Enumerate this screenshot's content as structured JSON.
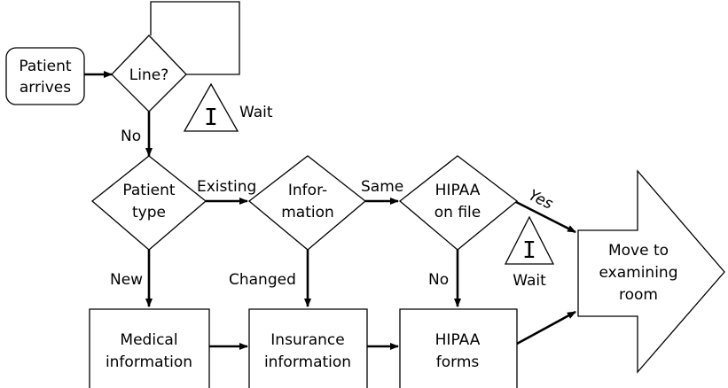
{
  "nodes": {
    "patient_arrives": [
      "Patient",
      "arrives"
    ],
    "line_decision": "Line?",
    "patient_type": [
      "Patient",
      "type"
    ],
    "information": [
      "Infor-",
      "mation"
    ],
    "hipaa_on_file": [
      "HIPAA",
      "on file"
    ],
    "medical_information": [
      "Medical",
      "information"
    ],
    "insurance_information": [
      "Insurance",
      "information"
    ],
    "hipaa_forms": [
      "HIPAA",
      "forms"
    ],
    "move_to_examining_room": [
      "Move to",
      "examining",
      "room"
    ]
  },
  "labels": {
    "wait_1": "Wait",
    "wait_2": "Wait",
    "inventory_symbol": "I",
    "no_line": "No",
    "existing": "Existing",
    "new": "New",
    "same": "Same",
    "changed": "Changed",
    "yes": "Yes",
    "no_hipaa": "No"
  }
}
